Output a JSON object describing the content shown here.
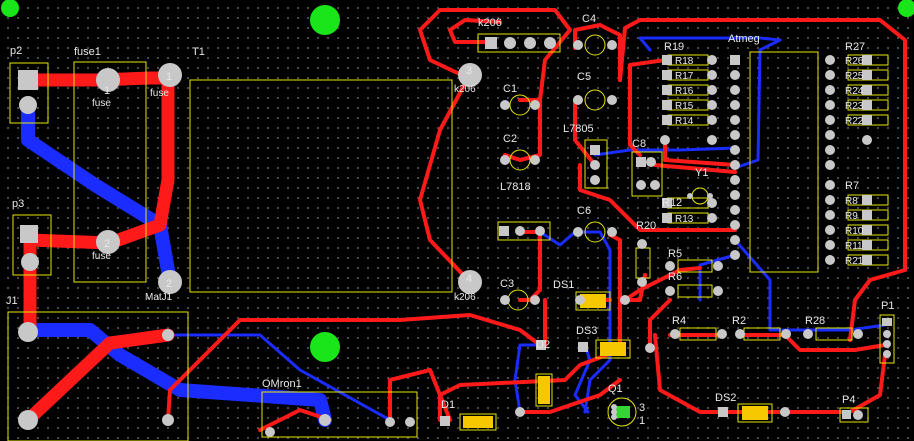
{
  "board": {
    "refdes": {
      "p2": "p2",
      "fuse1": "fuse1",
      "t1": "T1",
      "kz06": "k206",
      "c4": "C4",
      "c1": "C1",
      "c5": "C5",
      "c2": "C2",
      "l7805": "L7805",
      "l7818": "L7818",
      "c6": "C6",
      "c3": "C3",
      "ds1": "DS1",
      "ds3": "DS3",
      "d2": "D2",
      "d1": "D1",
      "q1": "Q1",
      "atmeg": "Atmeg",
      "r19": "R19",
      "r27": "R27",
      "r12": "R12",
      "r20": "R20",
      "r5": "R5",
      "r6": "R6",
      "r4": "R4",
      "r2": "R2",
      "r28": "R28",
      "r7": "R7",
      "y1": "Y1",
      "p1": "P1",
      "p4": "P4",
      "ds2": "DS2",
      "p3": "p3",
      "j1": "J1",
      "omron": "OMron1",
      "c8": "C8"
    },
    "pin_labels": {
      "fuse1_1": "1",
      "fuse1_2": "2",
      "t1_1": "1",
      "t1_2": "2",
      "t1_3": "3",
      "t1_4": "4",
      "q1_3": "3",
      "q1_1": "1"
    },
    "pad_text": {
      "fuse_top": "fuse",
      "fuse_bot": "fuse",
      "fuse_t1": "fuse",
      "matj": "MatJ1",
      "k206_a": "k206",
      "k206_b": "k206",
      "r8": "R8",
      "r9": "R9",
      "r10": "R10",
      "r11": "R11",
      "r13": "R13",
      "r14": "R14",
      "r15": "R15",
      "r16": "R16",
      "r17": "R17",
      "r18": "R18",
      "r21": "R21",
      "r22": "R22",
      "r23": "R23",
      "r24": "R24",
      "r25": "R25",
      "r26": "R26"
    },
    "colors": {
      "top_copper": "#ff1a1a",
      "bottom_copper": "#1a2cff",
      "silkscreen": "#e6e600",
      "pad": "#c8c8c8",
      "fiducial": "#19e619",
      "background": "#000000"
    }
  }
}
